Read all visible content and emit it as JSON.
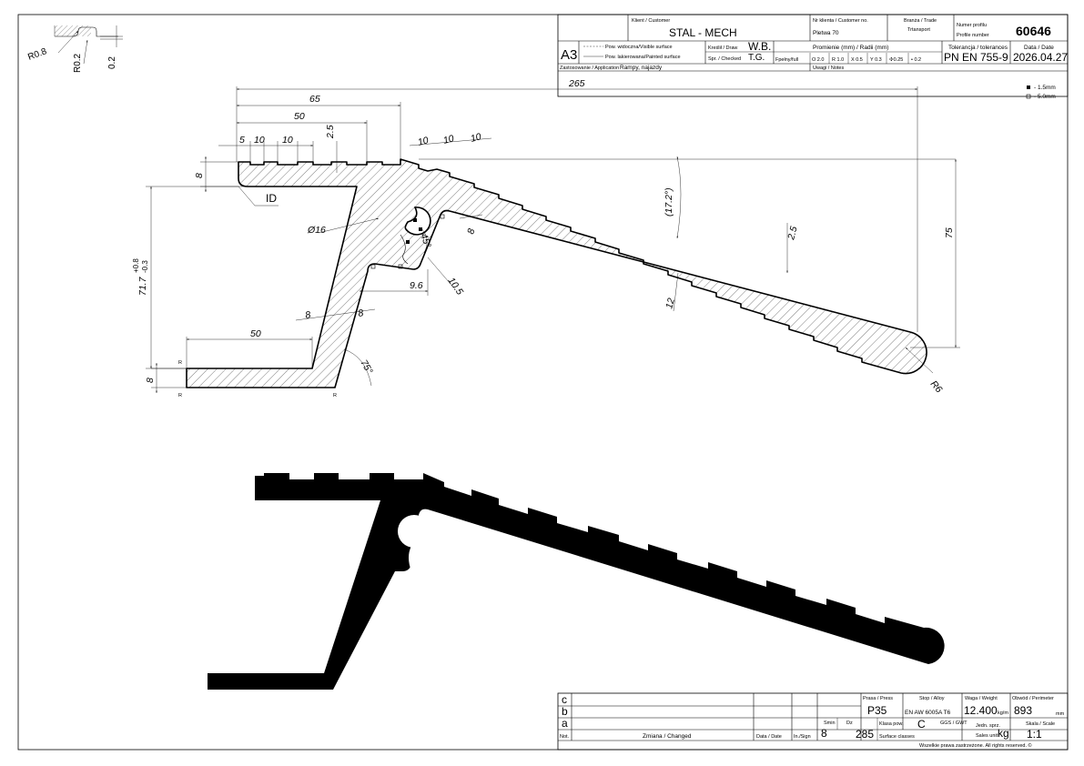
{
  "title_block": {
    "client_label": "Klient / Customer",
    "client": "STAL - MECH",
    "customer_no_label": "Nr klienta / Customer no.",
    "customer_no": "Pletwa 70",
    "trade_label": "Branża / Trade",
    "trade": "Trtansport",
    "profile_label_pl": "Numer profilu",
    "profile_label_en": "Profile number",
    "profile_number": "60646",
    "format": "A3",
    "visible_surface": "Pow. widoczna/Visible surface",
    "painted_surface": "Pow. lakierowana/Painted surface",
    "drawn_label": "Kreślił / Draw",
    "drawn": "W.B.",
    "checked_label": "Spr. / Checked",
    "checked": "T.G.",
    "radii_label": "Promienie (mm) / Radii (mm)",
    "tolerance_label": "Tolerancja / tolerances",
    "tolerance": "PN EN 755-9",
    "date_label": "Data / Date",
    "date": "2026.04.27",
    "radii_row": [
      "Fpełny/full",
      "O 2.0",
      "R 1.0",
      "X 0.5",
      "Y 0.3",
      "✣0.25",
      "• 0.2"
    ],
    "application_label": "Zastosowanie / Application",
    "application": "Rampy, najazdy",
    "notes_label": "Uwagi / Notes"
  },
  "legend": {
    "filled": "- 1.5mm",
    "empty": "- 5.0mm"
  },
  "detail": {
    "r1": "R0.8",
    "r2": "R0.2",
    "d": "0.2"
  },
  "dimensions": {
    "d265": "265",
    "d65": "65",
    "d50top": "50",
    "d5": "5",
    "d10a": "10",
    "d10b": "10",
    "d25a": "2.5",
    "d10c": "10",
    "d10d": "10",
    "d10e": "10",
    "angle172": "(17.2°)",
    "d75": "75",
    "d8left": "8",
    "id": "ID",
    "dia16": "Ø16",
    "a45": "45°",
    "d8mid": "8",
    "d25b": "2.5",
    "d717": "71.7",
    "tol_up": "+0.8",
    "tol_dn": "-0.3",
    "d105": "10.5",
    "d96": "9.6",
    "d12": "12",
    "d8a": "8",
    "d8b": "8",
    "d50bot": "50",
    "a75": "75°",
    "r6": "R6",
    "d8bot": "8",
    "r_mark": "R"
  },
  "revision_block": {
    "rows": [
      "c",
      "b",
      "a"
    ],
    "not_label": "Not.",
    "change_label": "Zmiana / Changed",
    "date_label": "Data / Date",
    "sign_label": "In./Sign",
    "press_label": "Prasa / Press",
    "press": "P35",
    "alloy_label": "Stop / Alloy",
    "alloy": "EN AW 6005A T6",
    "weight_label": "Waga / Weight",
    "weight": "12.400",
    "weight_unit": "kg/m",
    "perimeter_label": "Obwód / Perimeter",
    "perimeter": "893",
    "perimeter_unit": "mm",
    "smin_label": "Smin",
    "smin": "8",
    "dz_label": "Dz",
    "dz": "285",
    "surface_label": "Klasa pow.",
    "surface_class": "C",
    "surface_classes_label": "Surface classes",
    "ggs_label": "GGS / GWT",
    "unit_label": "Jedn. sprz.",
    "sales_unit_label": "Sales unit",
    "unit": "kg",
    "scale_label": "Skala / Scale",
    "scale": "1:1",
    "rights": "Wszelkie prawa zastrzeżone. All rights reserved. ©"
  }
}
